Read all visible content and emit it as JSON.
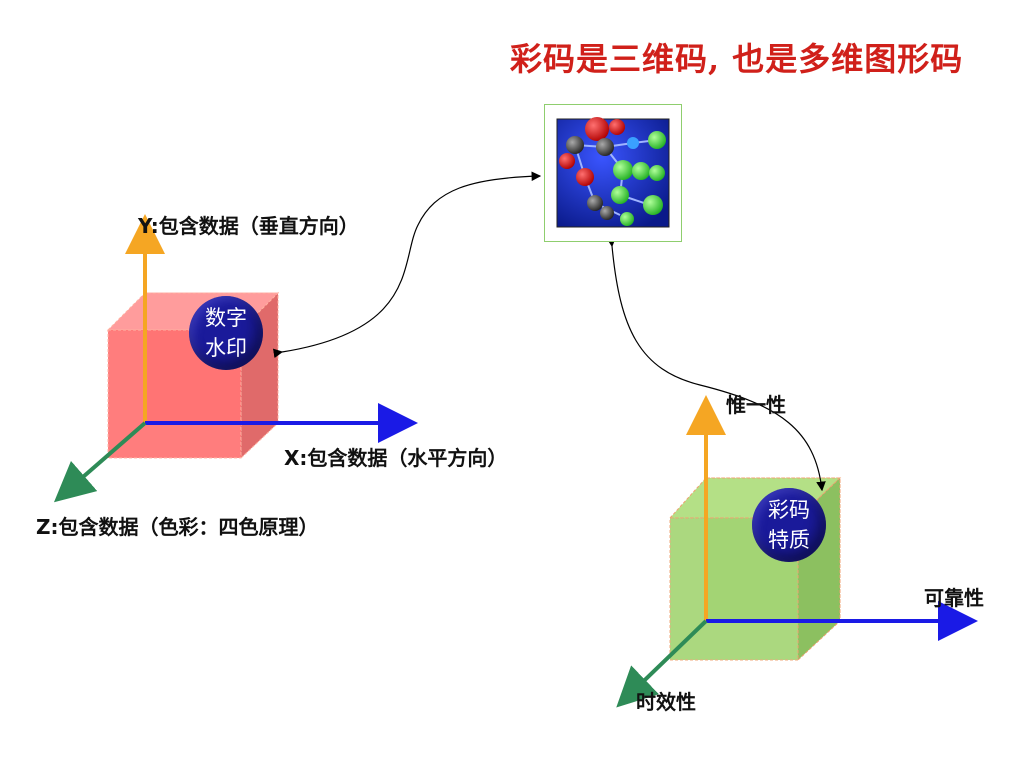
{
  "title": "彩码是三维码, 也是多维图形码",
  "left_cube": {
    "badge": "数字水印",
    "y_label": "Y:包含数据（垂直方向）",
    "x_label": "X:包含数据（水平方向）",
    "z_label": "Z:包含数据（色彩：四色原理）",
    "colors": {
      "fill": "#ff7a7a",
      "y_axis": "#f5a623",
      "x_axis": "#1a1ae6",
      "z_axis": "#2e8b57"
    }
  },
  "right_cube": {
    "badge": "彩码特质",
    "y_label": "惟一性",
    "x_label": "可靠性",
    "z_label": "时效性",
    "colors": {
      "fill": "#9fd36e",
      "y_axis": "#f5a623",
      "x_axis": "#1a1ae6",
      "z_axis": "#2e8b57"
    }
  },
  "image": {
    "name": "molecule-image"
  }
}
